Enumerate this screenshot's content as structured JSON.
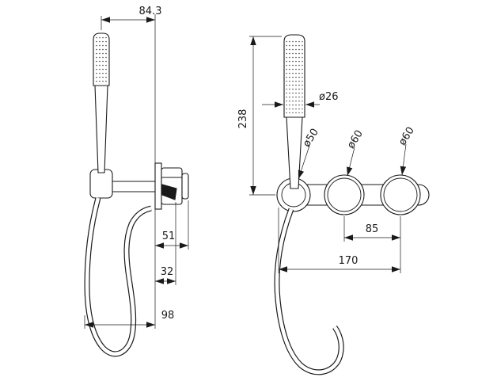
{
  "drawing": {
    "colors": {
      "line": "#1a1a1a",
      "background": "#ffffff"
    },
    "left_view": {
      "offset_width": "84.3",
      "body_depth": "51",
      "lever_depth": "32",
      "hose_clearance": "98"
    },
    "right_view": {
      "height": "238",
      "handshower_diameter": "ø26",
      "holder_diameter": "ø50",
      "left_knob_diameter": "ø60",
      "right_knob_diameter": "ø60",
      "knob_spacing": "85",
      "overall_span": "170"
    }
  }
}
